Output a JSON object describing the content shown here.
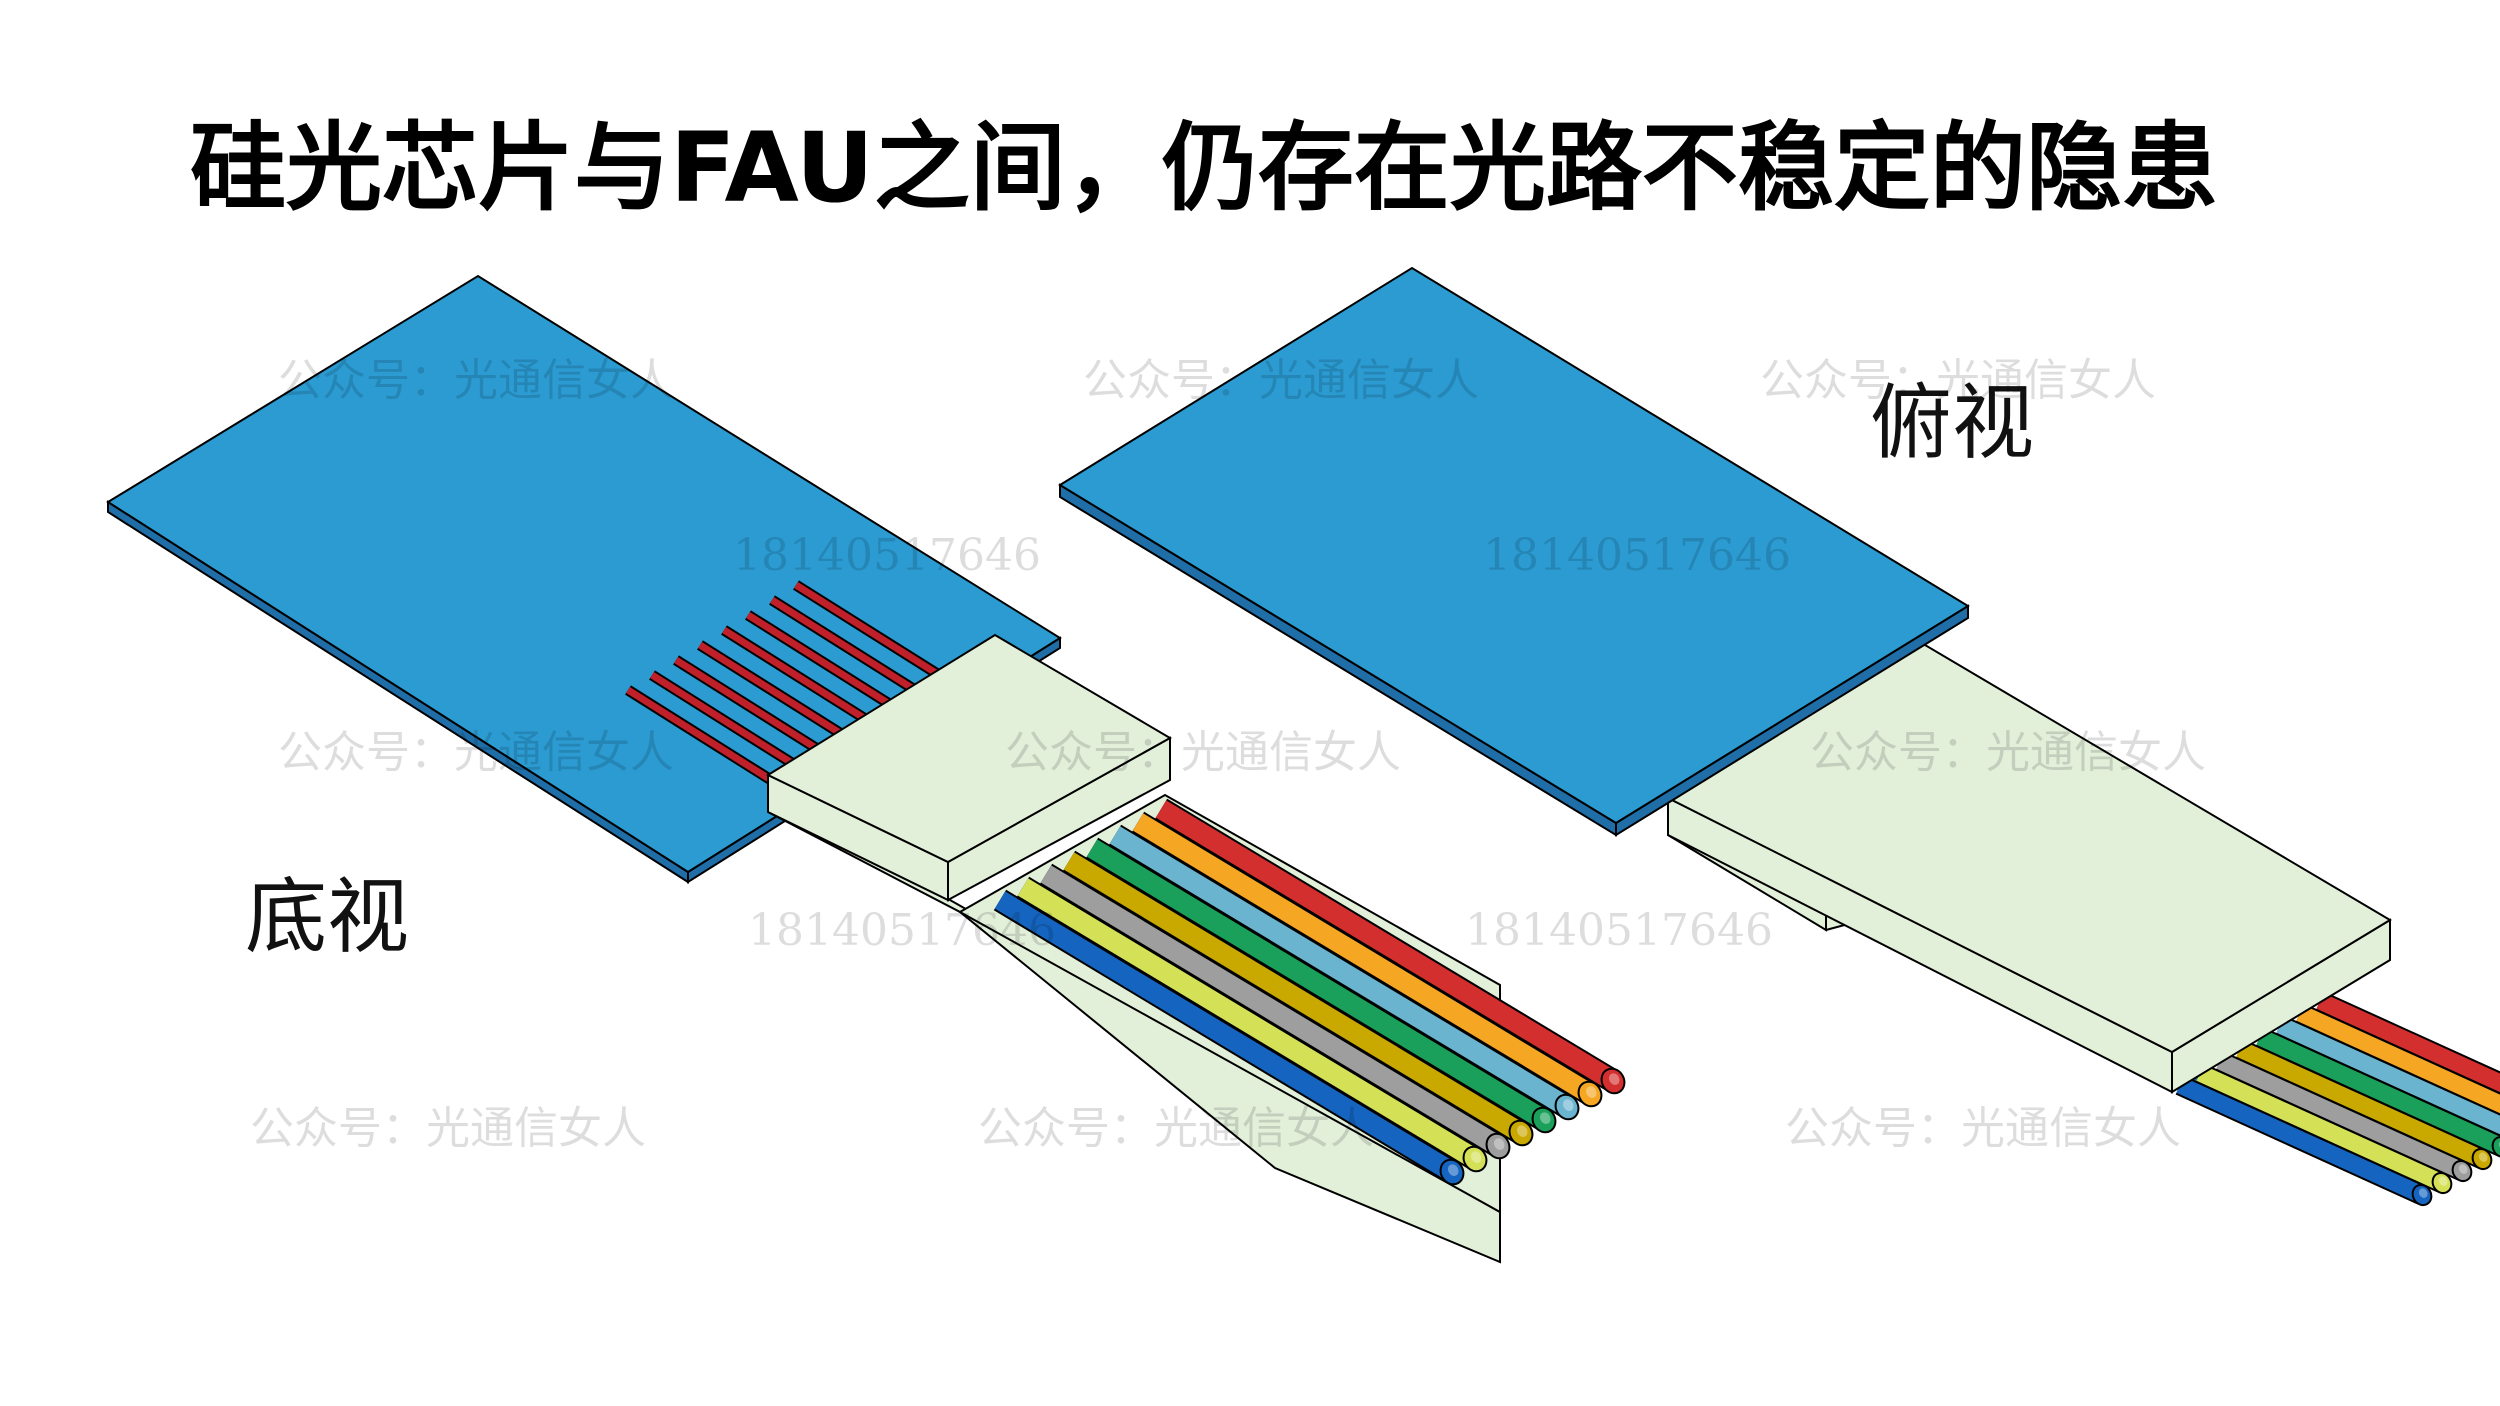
{
  "title": "硅光芯片与FAU之间，仍存在光路不稳定的隐患",
  "views": {
    "bottom_label": "底视",
    "top_label": "俯视"
  },
  "watermark": {
    "text": "公众号：光通信女人",
    "number": "18140517646"
  },
  "colors": {
    "chip_top": "#2b9bd2",
    "chip_side": "#1f6ea8",
    "fau_body": "#e2efd9",
    "waveguide": "#c0202a",
    "outline": "#000000",
    "fibers": [
      "#1565c0",
      "#d4e157",
      "#9e9e9e",
      "#c9a800",
      "#1aa05a",
      "#6ab4d0",
      "#f5a623",
      "#d32f2f"
    ]
  }
}
